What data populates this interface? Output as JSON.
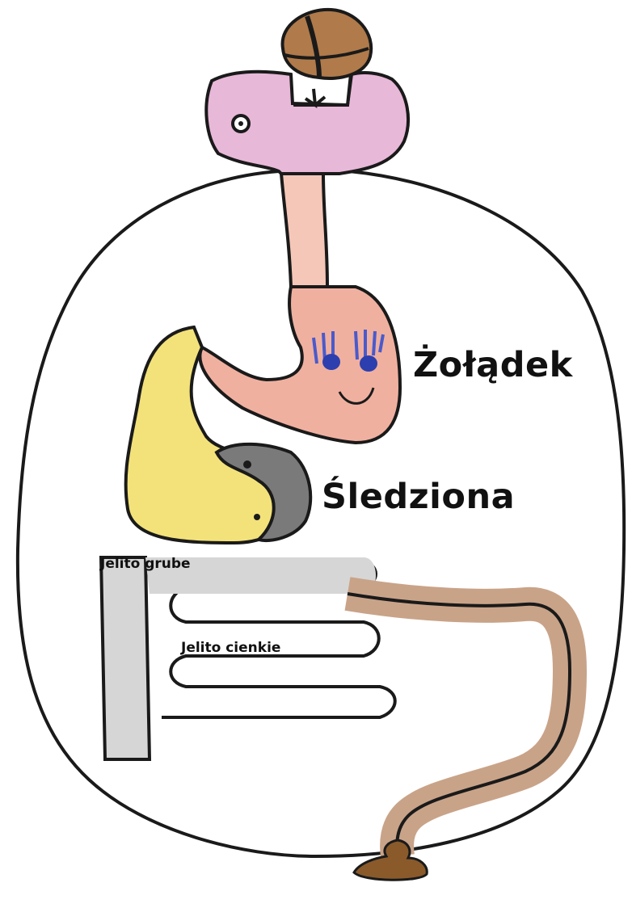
{
  "labels": {
    "stomach": "Żołądek",
    "spleen": "Śledziona",
    "large_intestine": "Jelito grube",
    "small_intestine": "Jelito cienkie"
  },
  "colors": {
    "outline": "#1a1a1a",
    "head": "#e8b8d8",
    "food": "#9a6a3a",
    "esophagus_stomach": "#f0b0a0",
    "eyebrows": "#4a5acb",
    "eyes": "#2d3fae",
    "liver": "#f3e27a",
    "spleen": "#7a7a7a",
    "intestine": "#c9c9c9",
    "colon": "#c9a388",
    "poop": "#8a5a2b"
  }
}
